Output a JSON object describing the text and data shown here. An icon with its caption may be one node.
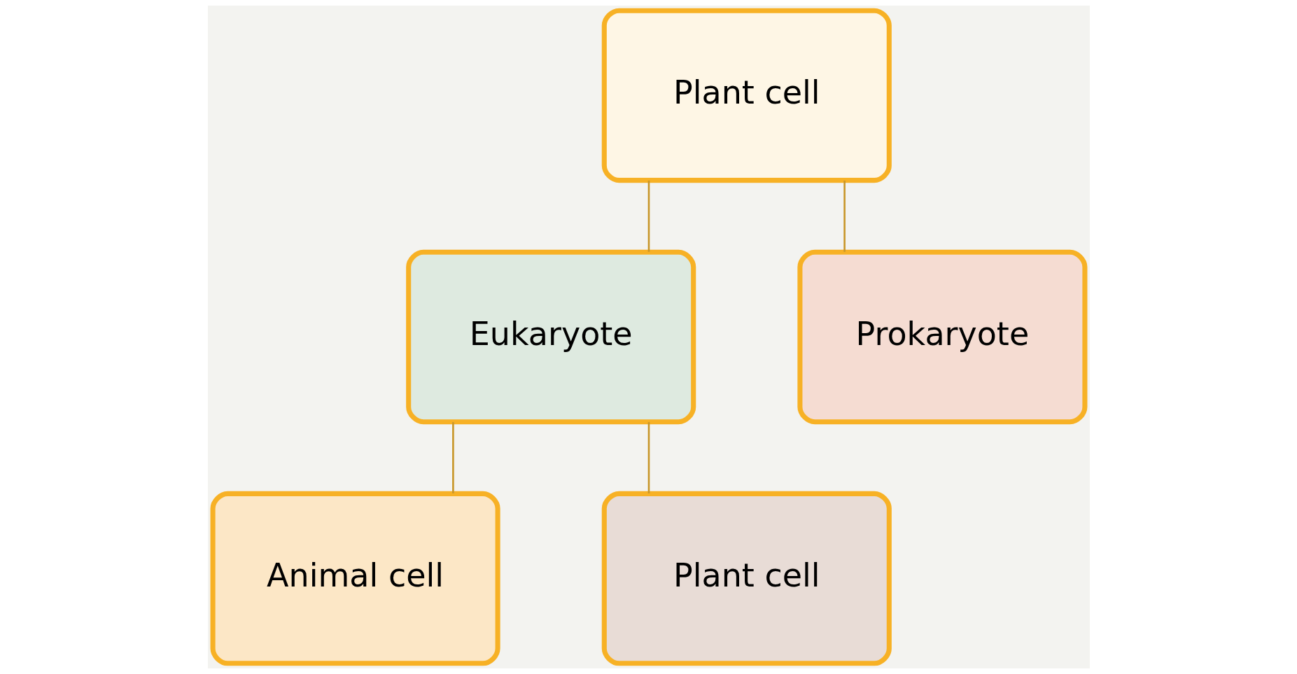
{
  "diagram": {
    "nodes": [
      {
        "text": [
          "Plant cell"
        ]
      },
      {
        "text": [
          "Eukaryote"
        ]
      },
      {
        "text": [
          "Prokaryote"
        ]
      },
      {
        "text": [
          "Animal cell"
        ]
      },
      {
        "text": [
          "Plant cell"
        ]
      }
    ],
    "edges": [
      {
        "from": 0,
        "to": 1,
        "arrow": "none"
      },
      {
        "from": 0,
        "to": 2,
        "arrow": "none"
      },
      {
        "from": 1,
        "to": 3,
        "arrow": "none"
      },
      {
        "from": 1,
        "to": 4,
        "arrow": "none"
      }
    ]
  }
}
